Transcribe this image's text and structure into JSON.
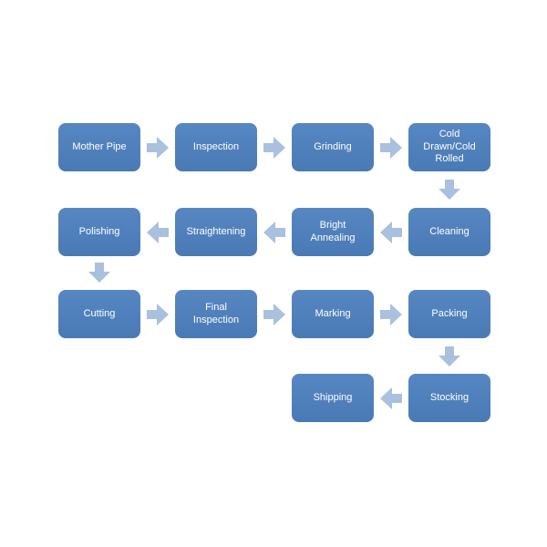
{
  "diagram": {
    "type": "process-flowchart",
    "nodes": [
      {
        "label": "Mother Pipe",
        "row": 1,
        "col": 1
      },
      {
        "label": "Inspection",
        "row": 1,
        "col": 2
      },
      {
        "label": "Grinding",
        "row": 1,
        "col": 3
      },
      {
        "label": "Cold Drawn/Cold Rolled",
        "row": 1,
        "col": 4
      },
      {
        "label": "Cleaning",
        "row": 2,
        "col": 4
      },
      {
        "label": "Bright Annealing",
        "row": 2,
        "col": 3
      },
      {
        "label": "Straightening",
        "row": 2,
        "col": 2
      },
      {
        "label": "Polishing",
        "row": 2,
        "col": 1
      },
      {
        "label": "Cutting",
        "row": 3,
        "col": 1
      },
      {
        "label": "Final Inspection",
        "row": 3,
        "col": 2
      },
      {
        "label": "Marking",
        "row": 3,
        "col": 3
      },
      {
        "label": "Packing",
        "row": 3,
        "col": 4
      },
      {
        "label": "Stocking",
        "row": 4,
        "col": 4
      },
      {
        "label": "Shipping",
        "row": 4,
        "col": 3
      }
    ],
    "connections": [
      {
        "from": "Mother Pipe",
        "to": "Inspection",
        "direction": "right"
      },
      {
        "from": "Inspection",
        "to": "Grinding",
        "direction": "right"
      },
      {
        "from": "Grinding",
        "to": "Cold Drawn/Cold Rolled",
        "direction": "right"
      },
      {
        "from": "Cold Drawn/Cold Rolled",
        "to": "Cleaning",
        "direction": "down"
      },
      {
        "from": "Cleaning",
        "to": "Bright Annealing",
        "direction": "left"
      },
      {
        "from": "Bright Annealing",
        "to": "Straightening",
        "direction": "left"
      },
      {
        "from": "Straightening",
        "to": "Polishing",
        "direction": "left"
      },
      {
        "from": "Polishing",
        "to": "Cutting",
        "direction": "down"
      },
      {
        "from": "Cutting",
        "to": "Final Inspection",
        "direction": "right"
      },
      {
        "from": "Final Inspection",
        "to": "Marking",
        "direction": "right"
      },
      {
        "from": "Marking",
        "to": "Packing",
        "direction": "right"
      },
      {
        "from": "Packing",
        "to": "Stocking",
        "direction": "down"
      },
      {
        "from": "Stocking",
        "to": "Shipping",
        "direction": "left"
      }
    ],
    "colors": {
      "box": "#4E80BC",
      "arrow": "#A9C0DE",
      "text": "#FFFFFF",
      "background": "#FFFFFF"
    }
  }
}
